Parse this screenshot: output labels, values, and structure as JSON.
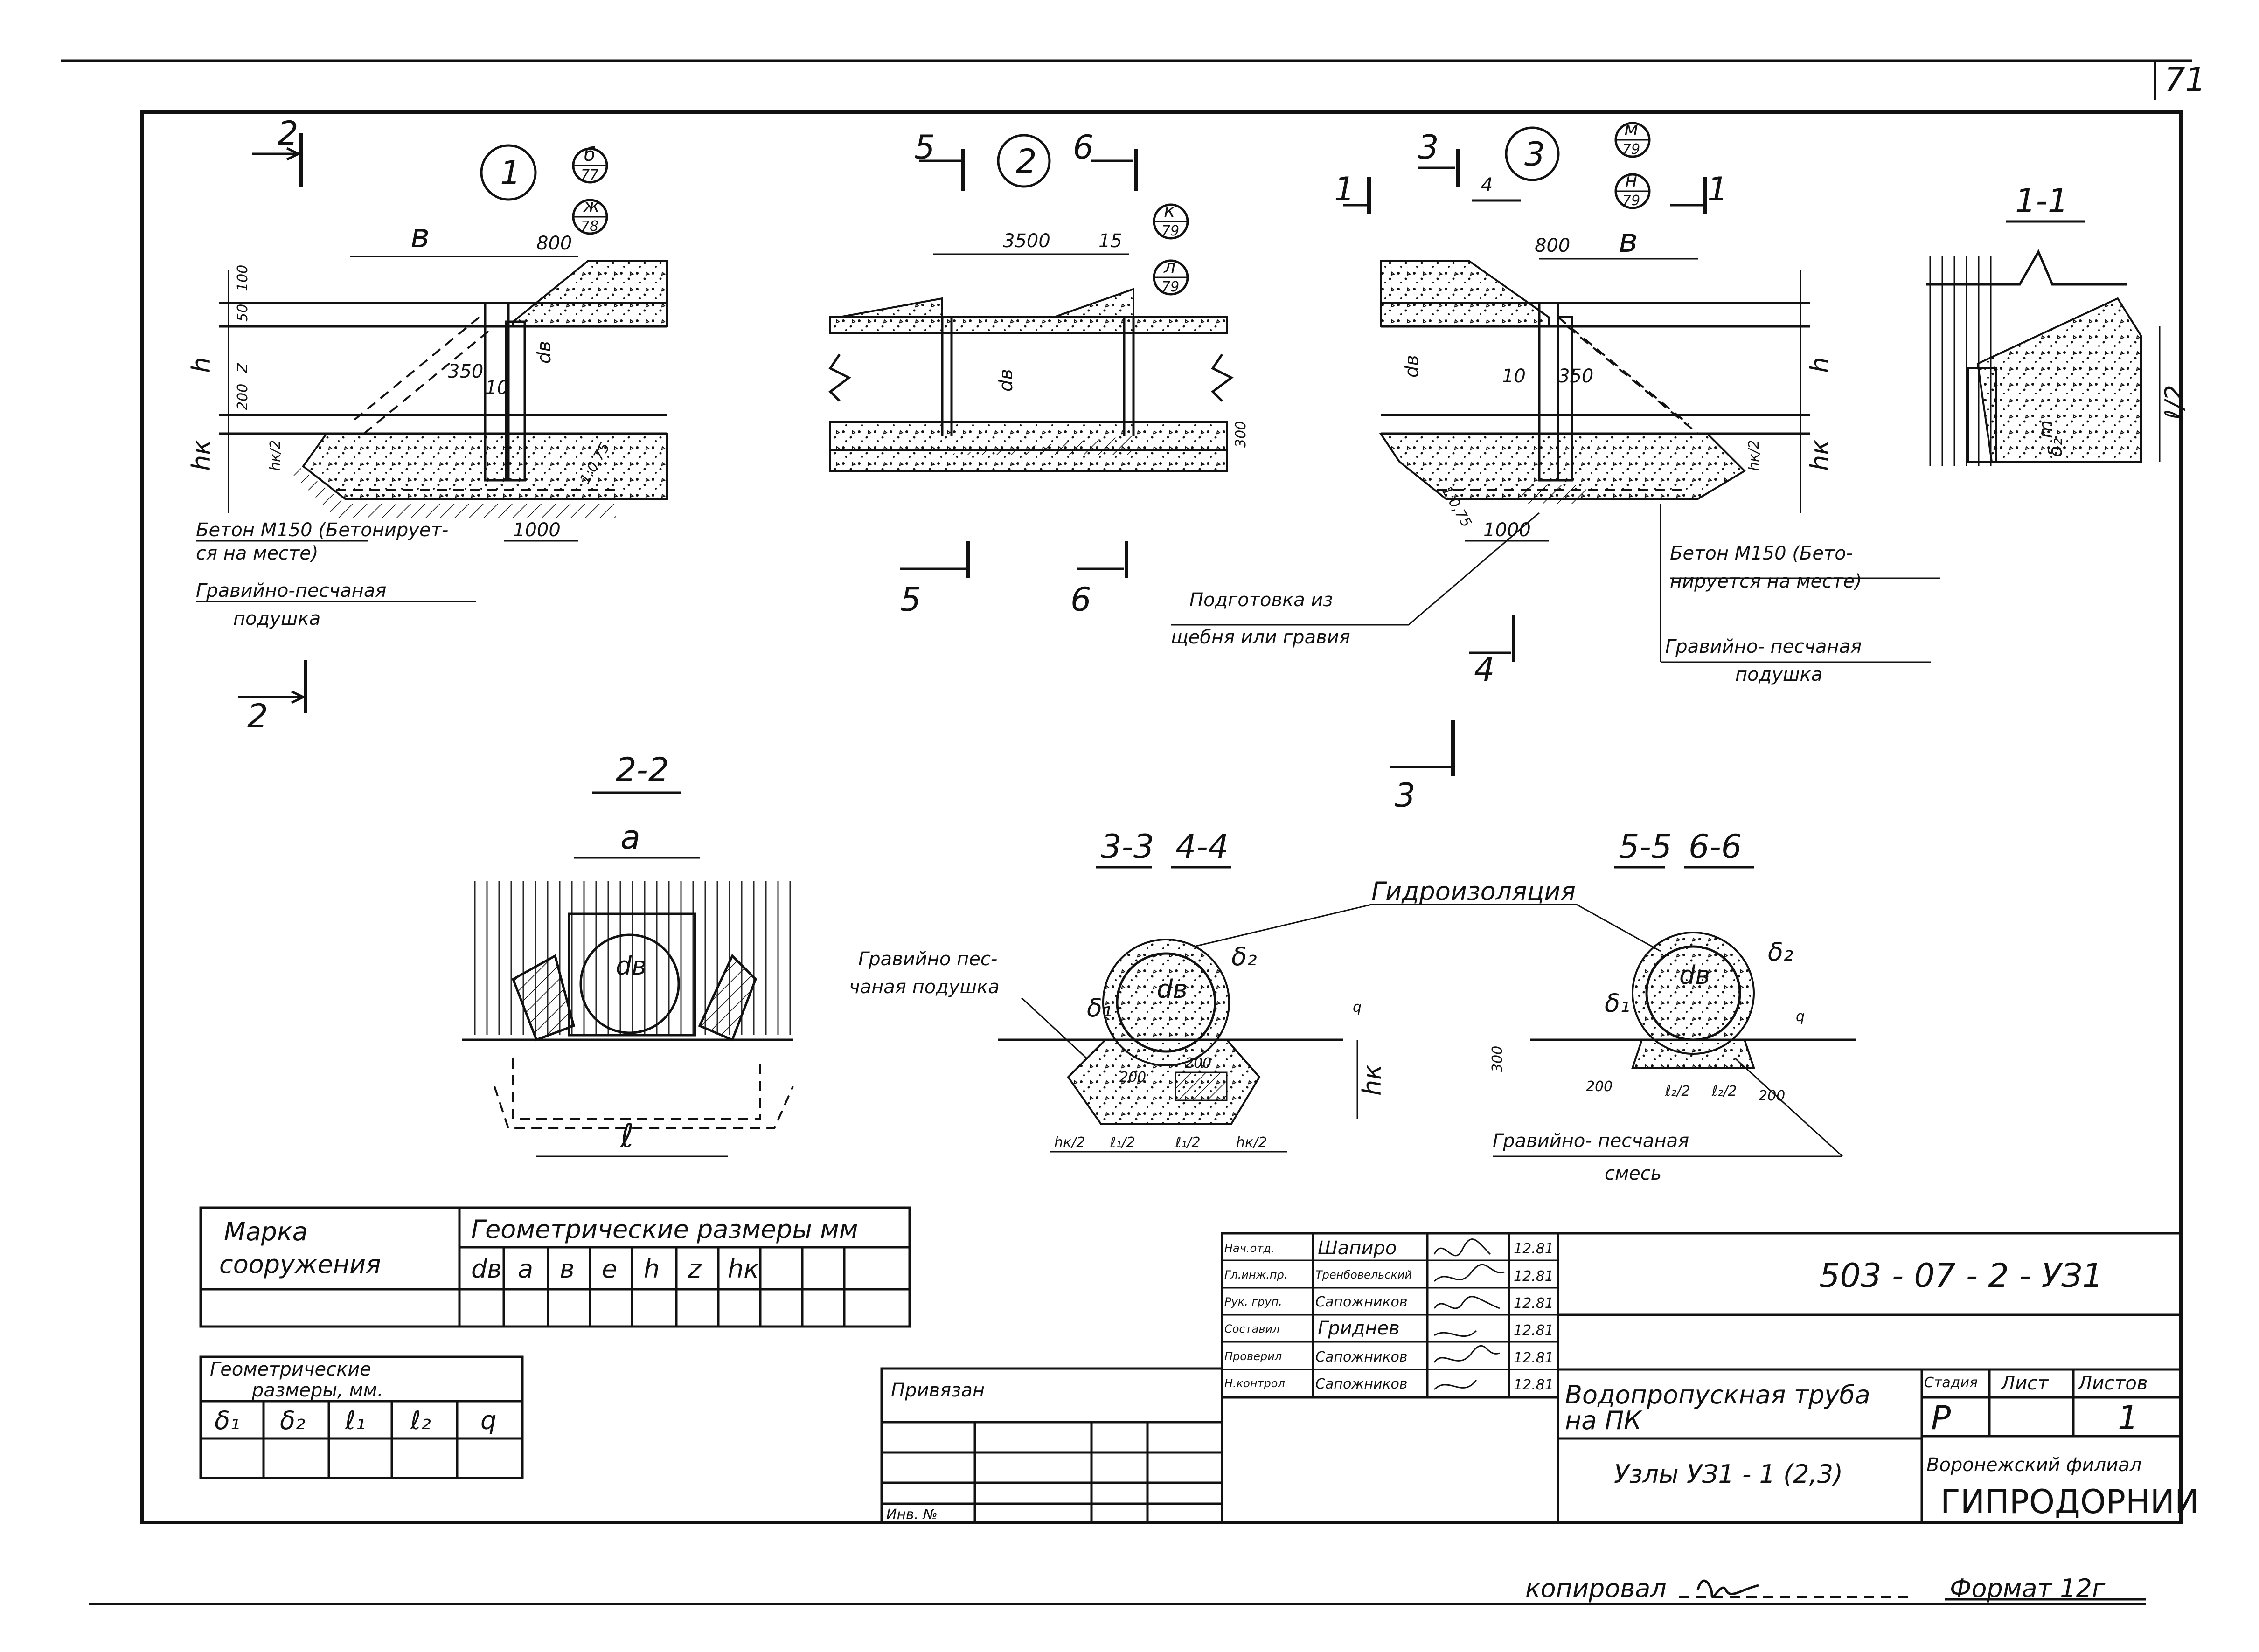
{
  "sheet": {
    "page_number": "71",
    "bottom": {
      "copied_label": "копировал",
      "format_label": "Формат 12г"
    }
  },
  "nodes": {
    "node1": {
      "number": "1",
      "ref_top": "б",
      "ref_top_sheet": "77",
      "ref_bottom": "ж",
      "ref_bottom_sheet": "78"
    },
    "node2": {
      "number": "2",
      "ref_top": "к",
      "ref_top_sheet": "79",
      "ref_bottom": "л",
      "ref_bottom_sheet": "79"
    },
    "node3": {
      "number": "3",
      "ref_top": "м",
      "ref_top_sheet": "79",
      "ref_bottom": "н",
      "ref_bottom_sheet": "79"
    }
  },
  "dims": {
    "b": "в",
    "d800": "800",
    "d3500": "3500",
    "d15": "15",
    "d350": "350",
    "d10": "10",
    "d1000": "1000",
    "d100": "100",
    "d50": "50",
    "d200": "200",
    "d300": "300",
    "h": "h",
    "z": "z",
    "hk": "hк",
    "hk2": "hк/2",
    "dv": "dв",
    "db": "δ₁",
    "slope": "1:0,75",
    "a": "a",
    "l": "ℓ",
    "l2": "ℓ/2",
    "m": "m",
    "d2": "δ₂",
    "q": "q",
    "l1_2": "ℓ₁/2",
    "l2_2": "ℓ₂/2"
  },
  "cuts": {
    "c1": "1",
    "c2": "2",
    "c3": "3",
    "c4": "4",
    "c5": "5",
    "c6": "6"
  },
  "sections": {
    "s11": "1-1",
    "s22": "2-2",
    "s33": "3-3",
    "s44": "4-4",
    "s55": "5-5",
    "s66": "6-6"
  },
  "notes": {
    "concrete_left_1": "Бетон М150 (Бетонирует-",
    "concrete_left_2": "ся на месте)",
    "gravel_left_1": "Гравийно-песчаная",
    "gravel_left_2": "подушка",
    "base_1": "Подготовка из",
    "base_2": "щебня или гравия",
    "concrete_right_1": "Бетон М150 (Бето-",
    "concrete_right_2": "нируется на месте)",
    "gravel_right_1": "Гравийно- песчаная",
    "gravel_right_2": "подушка",
    "waterproofing": "Гидроизоляция",
    "gravel_cushion_1": "Гравийно пес-",
    "gravel_cushion_2": "чаная подушка",
    "gravel_mix_1": "Гравийно- песчаная",
    "gravel_mix_2": "смесь"
  },
  "table1": {
    "col1_line1": "Марка",
    "col1_line2": "сооружения",
    "group_header": "Геометрические размеры мм",
    "columns": [
      "dв",
      "a",
      "в",
      "е",
      "h",
      "z",
      "hк"
    ]
  },
  "table2": {
    "header_line1": "Геометрические",
    "header_line2": "размеры, мм.",
    "columns": [
      "δ₁",
      "δ₂",
      "ℓ₁",
      "ℓ₂",
      "q"
    ]
  },
  "title_block": {
    "tied_label": "Привязан",
    "inv_label": "Инв. №",
    "code": "503 - 07 - 2 - УЗ1",
    "title_line1": "Водопропускная труба",
    "title_line2": "на ПК",
    "subtitle": "Узлы  УЗ1 - 1 (2,3)",
    "stage_header": "Стадия",
    "sheet_header": "Лист",
    "sheets_header": "Листов",
    "stage_value": "Р",
    "sheets_value": "1",
    "org_line1": "Воронежский филиал",
    "org_line2": "ГИПРОДОРНИИ",
    "signatures": [
      {
        "role": "Нач.отд.",
        "name": "Шапиро",
        "date": "12.81"
      },
      {
        "role": "Гл.инж.пр.",
        "name": "Тренбовельский",
        "date": "12.81"
      },
      {
        "role": "Рук. груп.",
        "name": "Сапожников",
        "date": "12.81"
      },
      {
        "role": "Составил",
        "name": "Гриднев",
        "date": "12.81"
      },
      {
        "role": "Проверил",
        "name": "Сапожников",
        "date": "12.81"
      },
      {
        "role": "Н.контрол",
        "name": "Сапожников",
        "date": "12.81"
      }
    ]
  }
}
